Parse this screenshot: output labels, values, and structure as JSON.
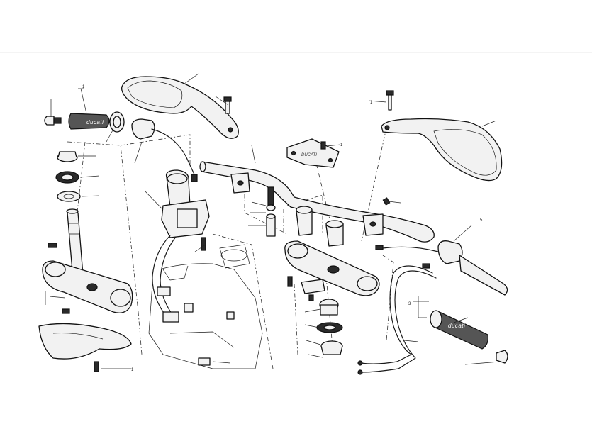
{
  "diagram": {
    "brand_marks": {
      "left_grip": "ducati",
      "right_grip": "ducati",
      "clamp_plate": "DUCATI"
    },
    "callouts": {
      "grip_left_label": "1",
      "mirror_right_bolt_label": "1",
      "fairing_label": "1",
      "bolt_label": "1",
      "cable_label": "3",
      "switch_right_label": "5"
    }
  }
}
